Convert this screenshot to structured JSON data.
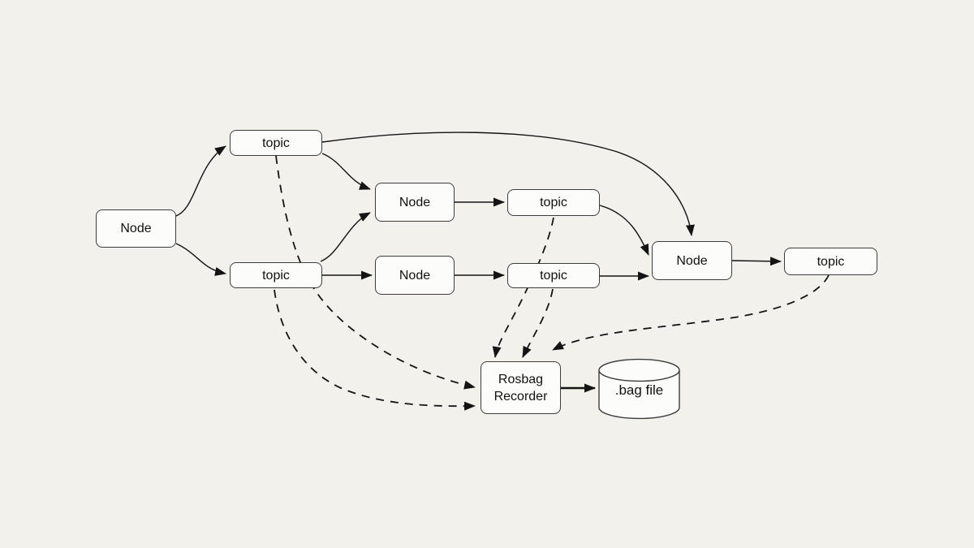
{
  "diagram": {
    "description": "ROS computation graph showing nodes publishing to topics, with a Rosbag Recorder subscribing to all topics and writing to a .bag file",
    "colors": {
      "background": "#f2f1ec",
      "shape_fill": "#fcfcfa",
      "shape_border": "#3c3c3c",
      "edge_line": "#141414",
      "text": "#111111"
    },
    "nodes": [
      {
        "id": "node-left",
        "label": "Node",
        "shape": "rounded-rect"
      },
      {
        "id": "topic-top-left",
        "label": "topic",
        "shape": "rounded-rect"
      },
      {
        "id": "topic-bottom-left",
        "label": "topic",
        "shape": "rounded-rect"
      },
      {
        "id": "node-top-middle",
        "label": "Node",
        "shape": "rounded-rect"
      },
      {
        "id": "node-bottom-middle",
        "label": "Node",
        "shape": "rounded-rect"
      },
      {
        "id": "topic-top-middle",
        "label": "topic",
        "shape": "rounded-rect"
      },
      {
        "id": "topic-bottom-middle",
        "label": "topic",
        "shape": "rounded-rect"
      },
      {
        "id": "node-right",
        "label": "Node",
        "shape": "rounded-rect"
      },
      {
        "id": "topic-right",
        "label": "topic",
        "shape": "rounded-rect"
      },
      {
        "id": "rosbag-recorder",
        "label": "Rosbag Recorder",
        "shape": "rounded-rect"
      },
      {
        "id": "bag-file",
        "label": ".bag file",
        "shape": "cylinder"
      }
    ],
    "edges": [
      {
        "from": "node-left",
        "to": "topic-top-left",
        "style": "solid"
      },
      {
        "from": "node-left",
        "to": "topic-bottom-left",
        "style": "solid"
      },
      {
        "from": "topic-top-left",
        "to": "node-right",
        "style": "solid"
      },
      {
        "from": "topic-top-left",
        "to": "node-top-middle",
        "style": "solid"
      },
      {
        "from": "topic-bottom-left",
        "to": "node-top-middle",
        "style": "solid"
      },
      {
        "from": "topic-bottom-left",
        "to": "node-bottom-middle",
        "style": "solid"
      },
      {
        "from": "node-top-middle",
        "to": "topic-top-middle",
        "style": "solid"
      },
      {
        "from": "node-bottom-middle",
        "to": "topic-bottom-middle",
        "style": "solid"
      },
      {
        "from": "topic-top-middle",
        "to": "node-right",
        "style": "solid"
      },
      {
        "from": "topic-bottom-middle",
        "to": "node-right",
        "style": "solid"
      },
      {
        "from": "node-right",
        "to": "topic-right",
        "style": "solid"
      },
      {
        "from": "topic-top-left",
        "to": "rosbag-recorder",
        "style": "dashed"
      },
      {
        "from": "topic-bottom-left",
        "to": "rosbag-recorder",
        "style": "dashed"
      },
      {
        "from": "topic-top-middle",
        "to": "rosbag-recorder",
        "style": "dashed"
      },
      {
        "from": "topic-bottom-middle",
        "to": "rosbag-recorder",
        "style": "dashed"
      },
      {
        "from": "topic-right",
        "to": "rosbag-recorder",
        "style": "dashed"
      },
      {
        "from": "rosbag-recorder",
        "to": "bag-file",
        "style": "solid-thick"
      }
    ]
  }
}
